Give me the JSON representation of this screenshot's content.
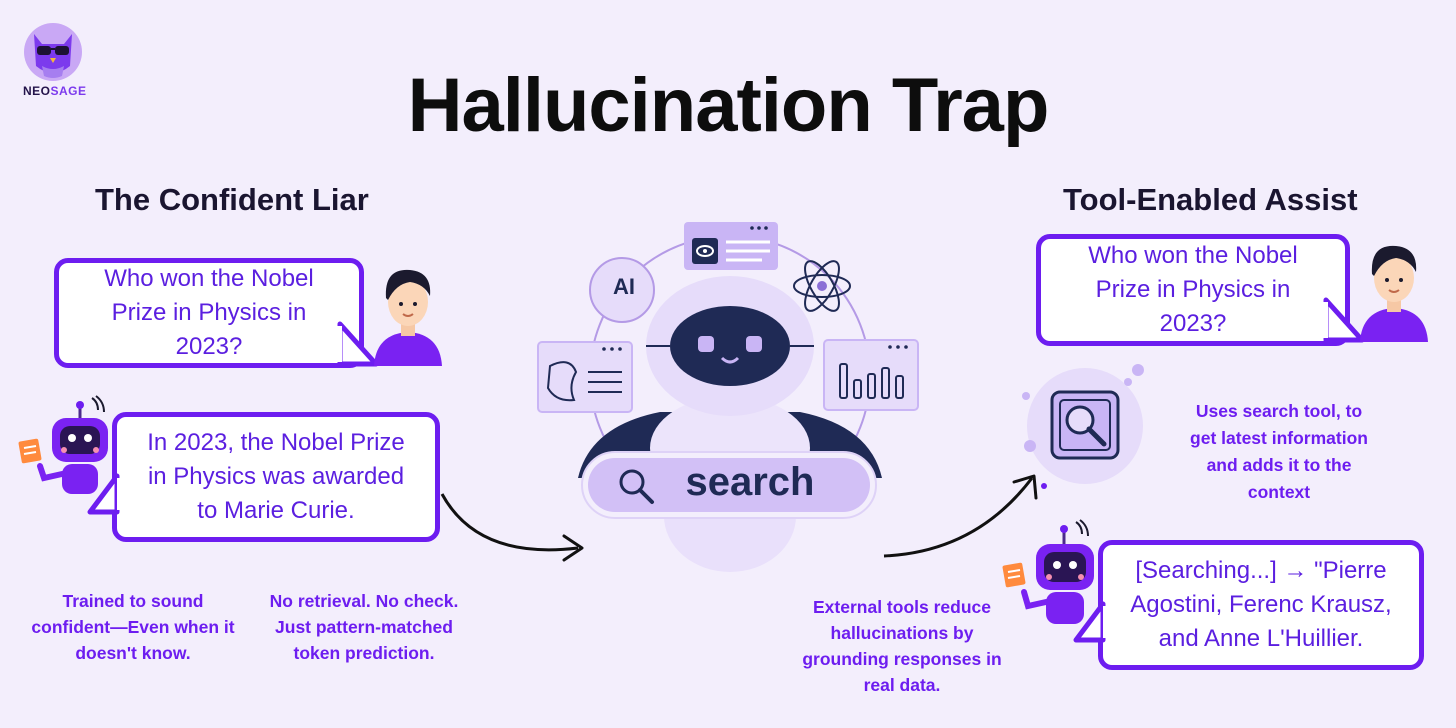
{
  "logo": {
    "name_a": "NEO",
    "name_b": "SAGE"
  },
  "title": "Hallucination Trap",
  "left": {
    "heading": "The Confident Liar",
    "question": "Who won the Nobel Prize in Physics in 2023?",
    "answer": "In 2023, the Nobel Prize in Physics was awarded to Marie Curie.",
    "note_1": "Trained to sound confident—Even when it doesn't know.",
    "note_2": "No retrieval. No check. Just pattern-matched token prediction."
  },
  "center": {
    "ai_badge": "AI",
    "search_label": "search"
  },
  "right": {
    "heading": "Tool-Enabled Assist",
    "question": "Who won the Nobel Prize in Physics in 2023?",
    "tool_note": "Uses search tool, to get latest information and adds it to the context",
    "answer": "[Searching...] → \"Pierre Agostini, Ferenc Krausz, and Anne L'Huillier.",
    "note": "External tools reduce hallucinations by grounding responses in real data."
  },
  "colors": {
    "accent": "#6d1df0",
    "background": "#f3eefc",
    "text_accent": "#5b1fe0"
  }
}
